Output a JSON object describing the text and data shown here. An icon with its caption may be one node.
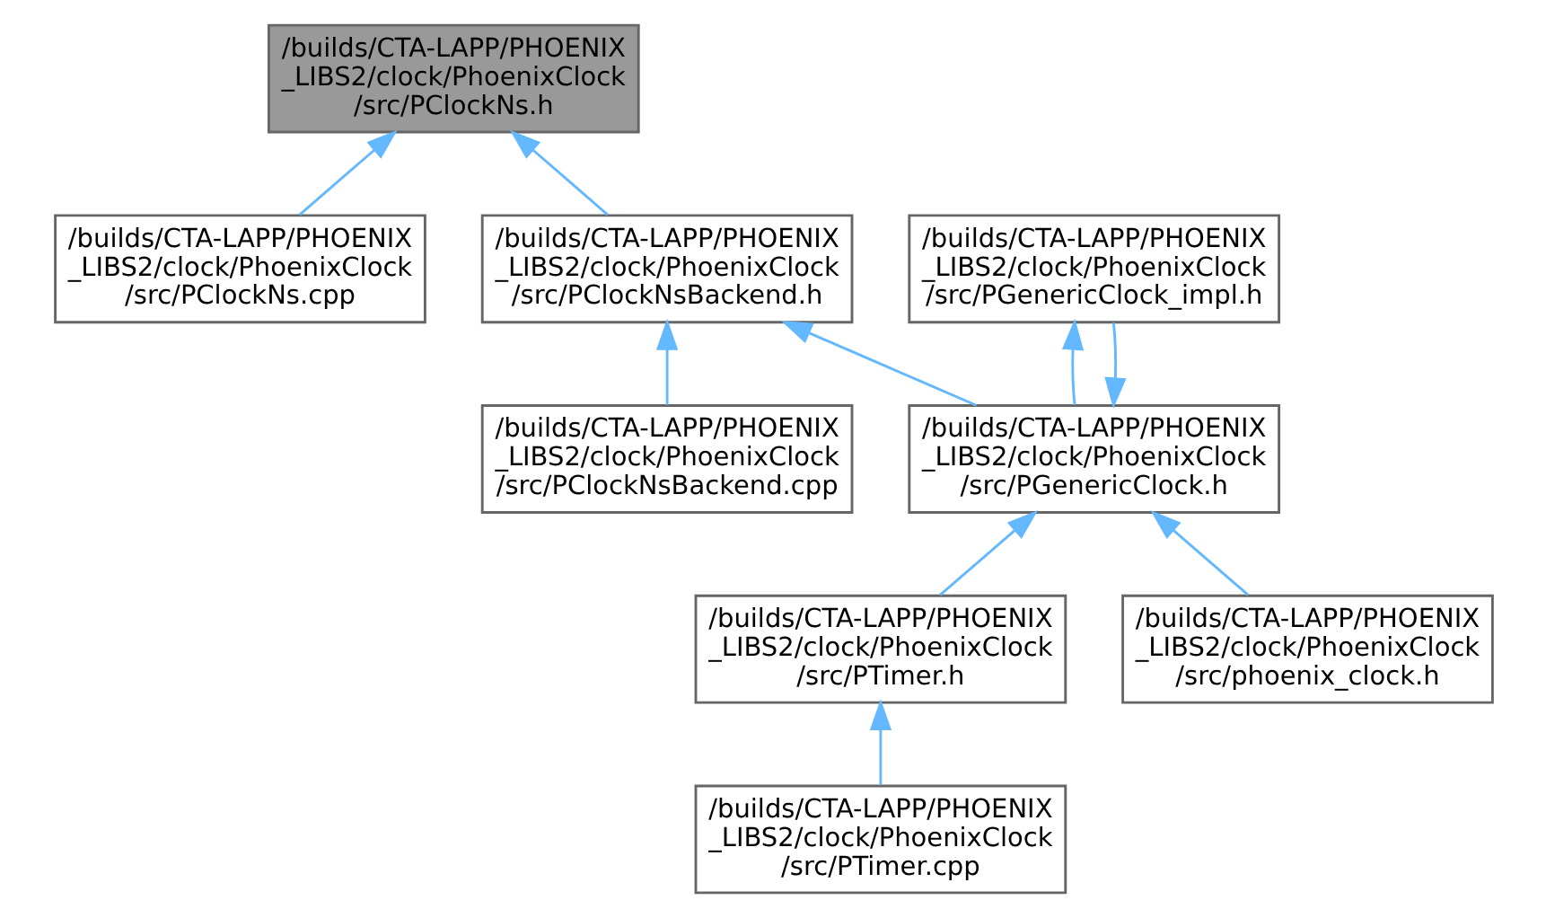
{
  "diagram": {
    "nodes": [
      {
        "text": [
          "/builds/CTA-LAPP/PHOENIX _LIBS2/clock/PhoenixClock /src/PClockNs.h"
        ]
      },
      {
        "text": [
          "/builds/CTA-LAPP/PHOENIX _LIBS2/clock/PhoenixClock /src/PClockNs.cpp"
        ]
      },
      {
        "text": [
          "/builds/CTA-LAPP/PHOENIX _LIBS2/clock/PhoenixClock /src/PClockNsBackend.h"
        ]
      },
      {
        "text": [
          "/builds/CTA-LAPP/PHOENIX _LIBS2/clock/PhoenixClock /src/PClockNsBackend.cpp"
        ]
      },
      {
        "text": [
          "/builds/CTA-LAPP/PHOENIX _LIBS2/clock/PhoenixClock /src/PGenericClock.h"
        ]
      },
      {
        "text": [
          "/builds/CTA-LAPP/PHOENIX _LIBS2/clock/PhoenixClock /src/PGenericClock_impl.h"
        ]
      },
      {
        "text": [
          "/builds/CTA-LAPP/PHOENIX _LIBS2/clock/PhoenixClock /src/PTimer.h"
        ]
      },
      {
        "text": [
          "/builds/CTA-LAPP/PHOENIX _LIBS2/clock/PhoenixClock /src/phoenix_clock.h"
        ]
      },
      {
        "text": [
          "/builds/CTA-LAPP/PHOENIX _LIBS2/clock/PhoenixClock /src/PTimer.cpp"
        ]
      }
    ],
    "edges": [
      {
        "from": 1,
        "to": 0,
        "arrow": "to"
      },
      {
        "from": 2,
        "to": 0,
        "arrow": "to"
      },
      {
        "from": 3,
        "to": 2,
        "arrow": "to"
      },
      {
        "from": 4,
        "to": 2,
        "arrow": "to"
      },
      {
        "from": 5,
        "to": 4,
        "arrow": "to"
      },
      {
        "from": 4,
        "to": 5,
        "arrow": "to"
      },
      {
        "from": 6,
        "to": 4,
        "arrow": "to"
      },
      {
        "from": 7,
        "to": 4,
        "arrow": "to"
      },
      {
        "from": 8,
        "to": 6,
        "arrow": "to"
      }
    ]
  }
}
